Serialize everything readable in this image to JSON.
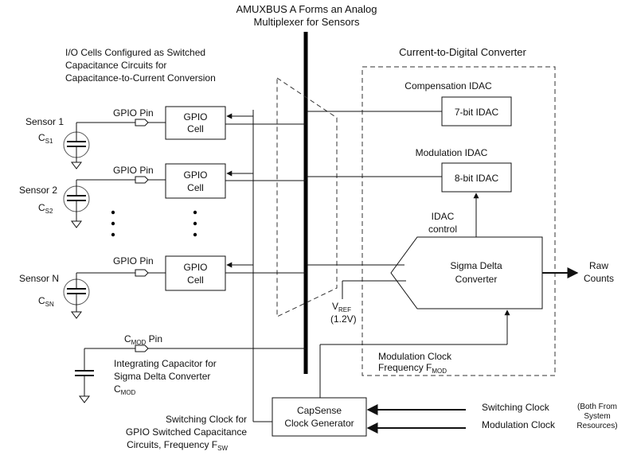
{
  "bus": {
    "title_line1": "AMUXBUS A Forms an Analog",
    "title_line2": "Multiplexer for Sensors"
  },
  "io_note": {
    "line1": "I/O Cells Configured as Switched",
    "line2": "Capacitance Circuits for",
    "line3": "Capacitance-to-Current Conversion"
  },
  "sensors": [
    {
      "name": "Sensor 1",
      "cap": "C",
      "cap_sub": "S1",
      "pin": "GPIO Pin",
      "cell_line1": "GPIO",
      "cell_line2": "Cell"
    },
    {
      "name": "Sensor 2",
      "cap": "C",
      "cap_sub": "S2",
      "pin": "GPIO Pin",
      "cell_line1": "GPIO",
      "cell_line2": "Cell"
    },
    {
      "name": "Sensor N",
      "cap": "C",
      "cap_sub": "SN",
      "pin": "GPIO Pin",
      "cell_line1": "GPIO",
      "cell_line2": "Cell"
    }
  ],
  "cmod": {
    "pin": "C",
    "pin_sub": "MOD",
    "pin_suffix": " Pin",
    "note_line1": "Integrating Capacitor for",
    "note_line2": "Sigma Delta Converter",
    "note_line3": "C",
    "note_line3_sub": "MOD"
  },
  "converter": {
    "title": "Current-to-Digital Converter",
    "comp_label": "Compensation IDAC",
    "comp_box": "7-bit IDAC",
    "mod_label": "Modulation IDAC",
    "mod_box": "8-bit IDAC",
    "idac_control_line1": "IDAC",
    "idac_control_line2": "control",
    "sd_line1": "Sigma Delta",
    "sd_line2": "Converter",
    "vref": "V",
    "vref_sub": "REF",
    "vref_value": "(1.2V)",
    "modclk_line1": "Modulation Clock",
    "modclk_line2": "Frequency F",
    "modclk_line2_sub": "MOD"
  },
  "output": {
    "line1": "Raw",
    "line2": "Counts"
  },
  "clockgen": {
    "line1": "CapSense",
    "line2": "Clock Generator"
  },
  "clocks": {
    "switching": "Switching Clock",
    "modulation": "Modulation Clock"
  },
  "system_note": {
    "line1": "(Both From",
    "line2": "System",
    "line3": "Resources)"
  },
  "switch_note": {
    "line1": "Switching Clock for",
    "line2": "GPIO Switched Capacitance",
    "line3": "Circuits, Frequency F",
    "line3_sub": "SW"
  }
}
